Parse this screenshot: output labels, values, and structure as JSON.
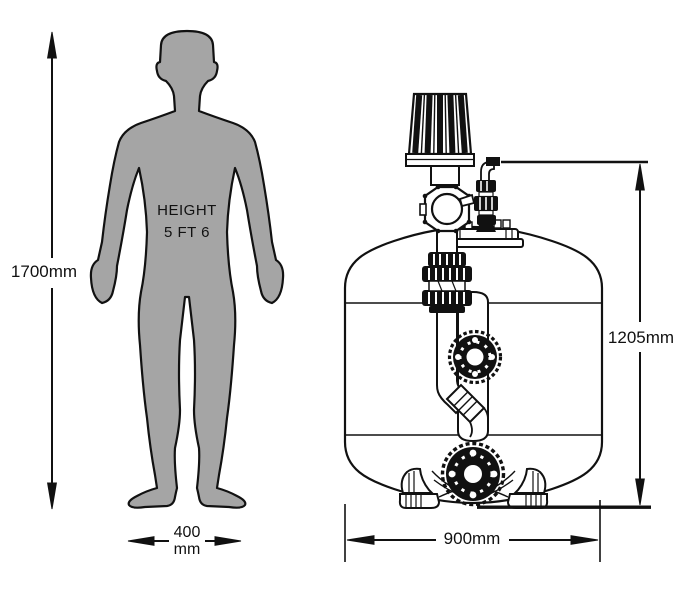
{
  "diagram": {
    "person": {
      "body_label_line1": "HEIGHT",
      "body_label_line2": "5 FT 6",
      "height_dimension": "1700mm",
      "foot_width_value": "400",
      "foot_width_unit": "mm"
    },
    "tank": {
      "height_dimension": "1205mm",
      "width_dimension": "900mm"
    },
    "colors": {
      "silhouette_fill": "#a5a5a5",
      "line": "#111111",
      "background": "#ffffff"
    }
  }
}
